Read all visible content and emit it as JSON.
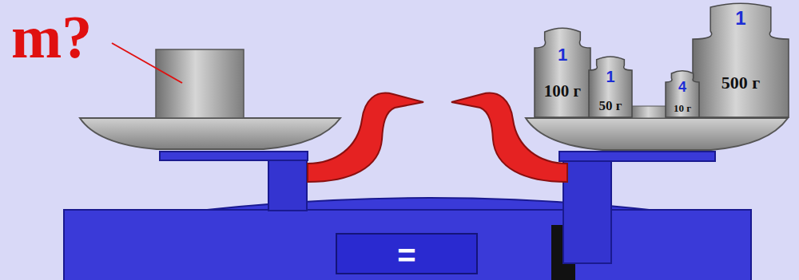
{
  "diagram": {
    "nodes": [
      {
        "text": [
          "1",
          "100 г"
        ]
      },
      {
        "text": [
          "1",
          "50 г"
        ]
      },
      {
        "text": [
          "4",
          "10 г"
        ]
      },
      {
        "text": [
          "1",
          "500 г"
        ]
      },
      {
        "text": [
          "="
        ]
      }
    ],
    "labels": [
      "m?"
    ]
  }
}
